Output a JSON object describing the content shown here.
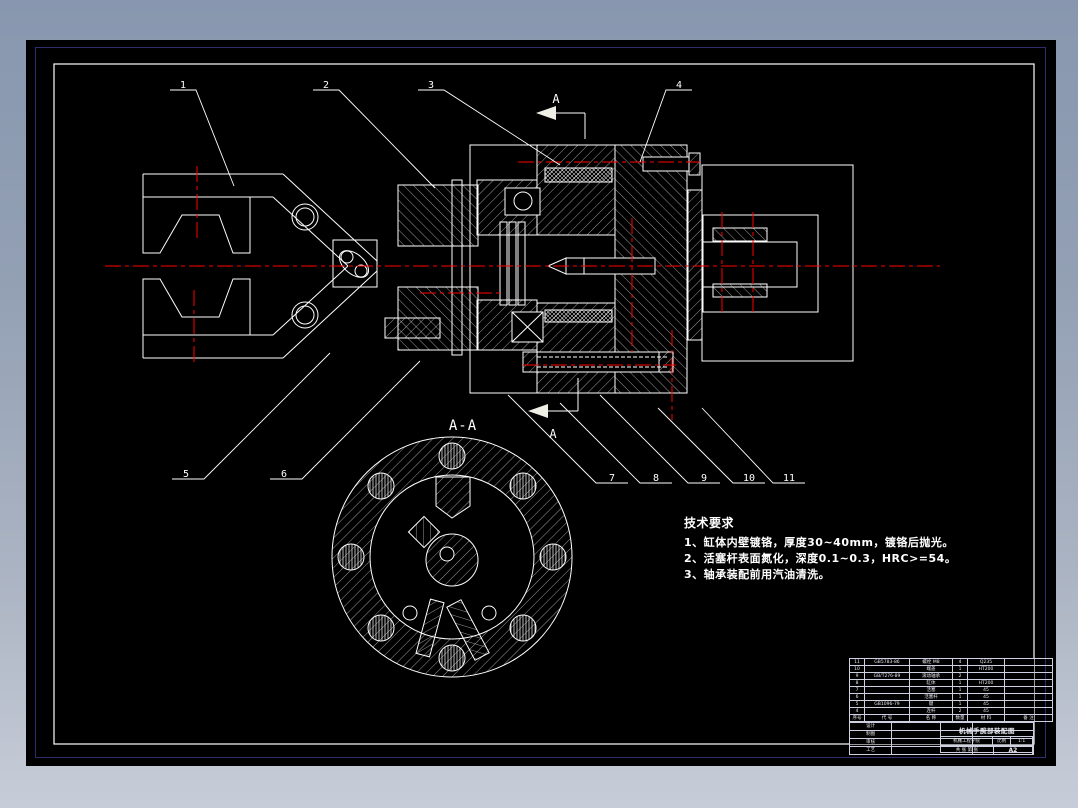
{
  "drawing": {
    "section_label": "A-A",
    "arrow_label_top": "A",
    "arrow_label_bottom": "A",
    "part_numbers": [
      "1",
      "2",
      "3",
      "4",
      "5",
      "6",
      "7",
      "8",
      "9",
      "10",
      "11"
    ],
    "colors": {
      "line": "#ffffff",
      "centerline": "#ff0000",
      "canvas": "#000000",
      "border": "#2e2e6e"
    }
  },
  "tech_requirements": {
    "heading": "技术要求",
    "items": [
      "1、缸体内壁镀铬，厚度30~40mm，镀铬后抛光。",
      "2、活塞杆表面氮化，深度0.1~0.3，HRC>=54。",
      "3、轴承装配前用汽油清洗。"
    ]
  },
  "title_block": {
    "title": "机械手腕部装配图",
    "school": "机械工程学院",
    "scale_label": "比例",
    "scale": "1:1",
    "sheets": "共 张 第 张",
    "size": "A2",
    "parts_header": {
      "seq": "序号",
      "std": "代 号",
      "name": "名 称",
      "qty": "数量",
      "mat": "材 料",
      "note": "备 注"
    },
    "parts": [
      {
        "seq": "11",
        "std": "GB5783-86",
        "name": "螺栓 M8",
        "qty": "4",
        "mat": "Q235",
        "note": ""
      },
      {
        "seq": "10",
        "std": "",
        "name": "端盖",
        "qty": "1",
        "mat": "HT200",
        "note": ""
      },
      {
        "seq": "9",
        "std": "GB/T276-89",
        "name": "滚动轴承",
        "qty": "2",
        "mat": "",
        "note": ""
      },
      {
        "seq": "8",
        "std": "",
        "name": "缸体",
        "qty": "1",
        "mat": "HT200",
        "note": ""
      },
      {
        "seq": "7",
        "std": "",
        "name": "活塞",
        "qty": "1",
        "mat": "45",
        "note": ""
      },
      {
        "seq": "6",
        "std": "",
        "name": "活塞杆",
        "qty": "1",
        "mat": "45",
        "note": ""
      },
      {
        "seq": "5",
        "std": "GB1096-79",
        "name": "键",
        "qty": "1",
        "mat": "45",
        "note": ""
      },
      {
        "seq": "4",
        "std": "",
        "name": "连杆",
        "qty": "2",
        "mat": "45",
        "note": ""
      }
    ],
    "sign_rows": [
      {
        "label": "设计",
        "name": "",
        "date": ""
      },
      {
        "label": "制图",
        "name": "",
        "date": ""
      },
      {
        "label": "审核",
        "name": "",
        "date": ""
      },
      {
        "label": "工艺",
        "name": "",
        "date": ""
      }
    ]
  }
}
